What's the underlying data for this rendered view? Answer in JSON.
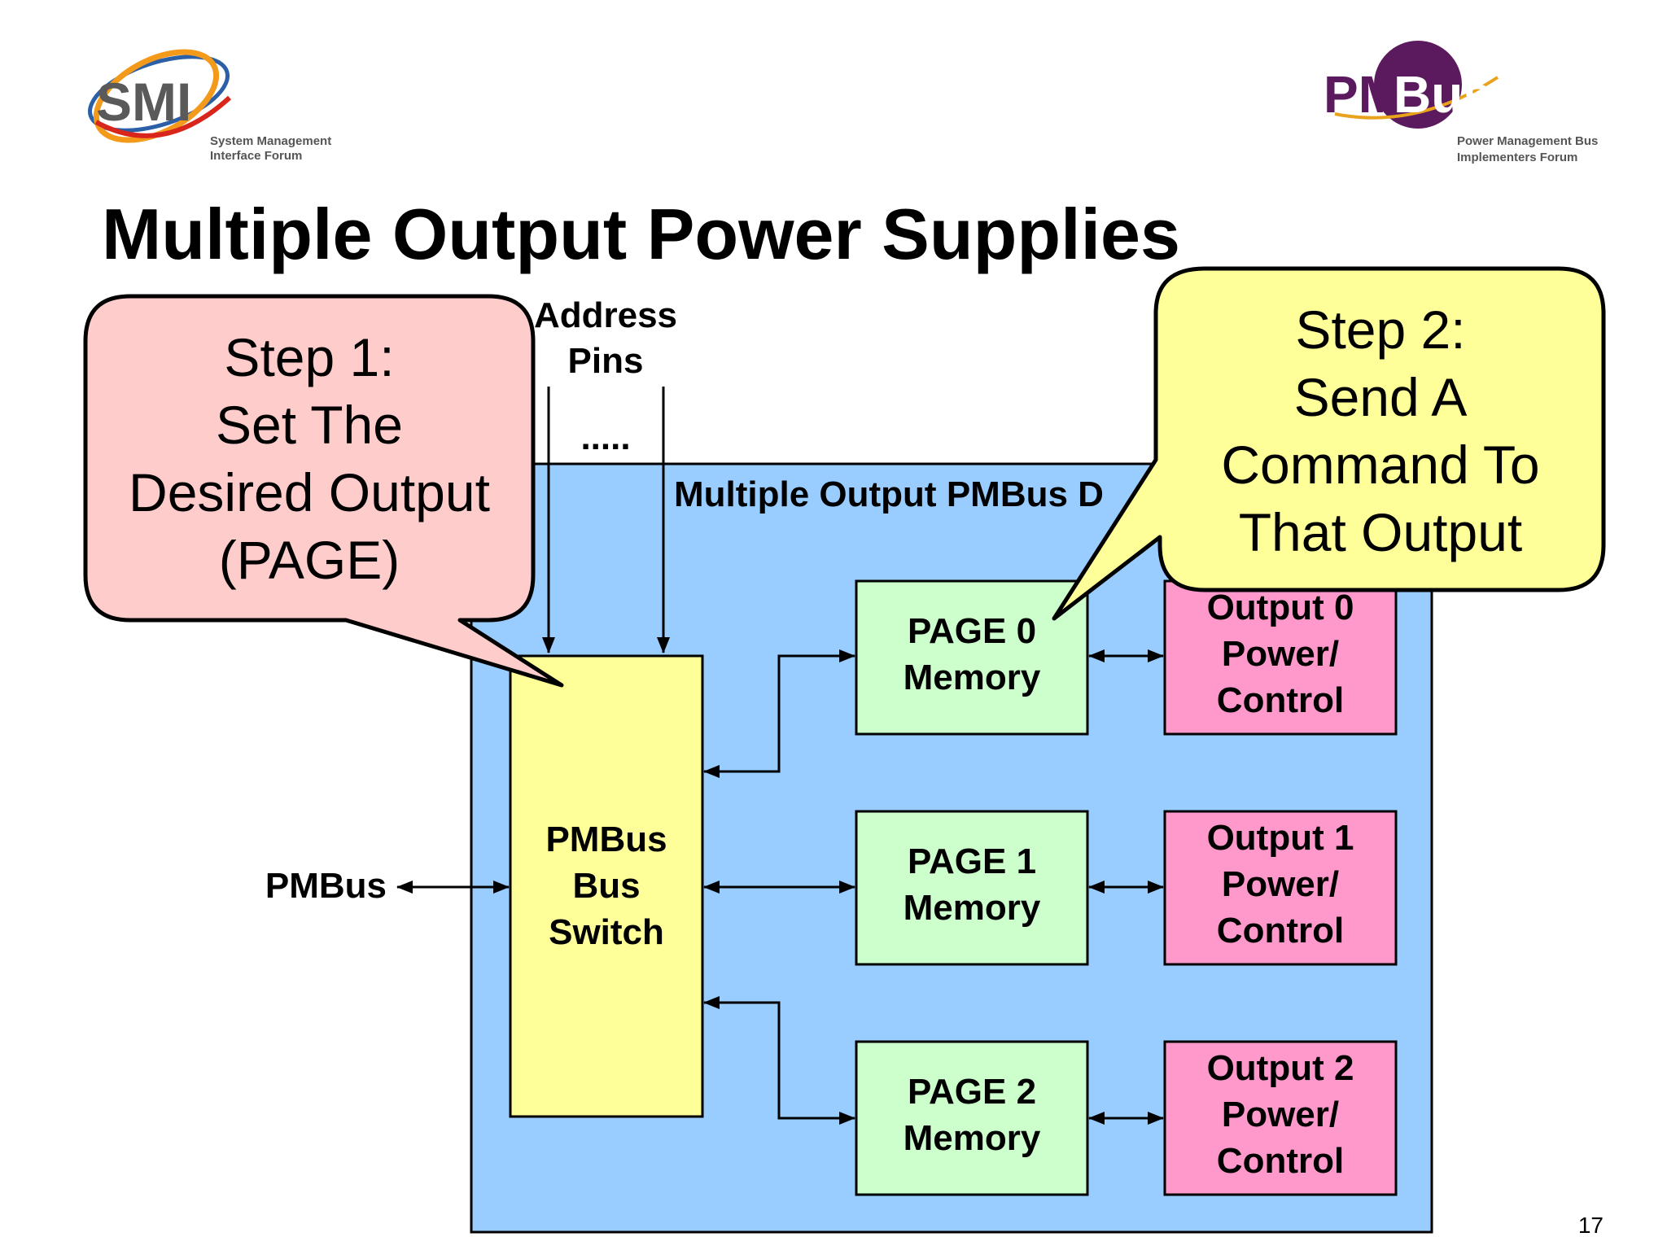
{
  "logos": {
    "left": {
      "name": "SMI",
      "line1": "System Management",
      "line2": "Interface Forum",
      "colors": {
        "text": "#5a5a5a",
        "ring_orange": "#f39a1b",
        "ring_red": "#d9261c",
        "ring_blue": "#2b5fa6"
      }
    },
    "right": {
      "name_part1": "PM",
      "name_part2": "Bus",
      "line1": "Power Management Bus",
      "line2": "Implementers Forum",
      "colors": {
        "purple": "#5c1a5e",
        "swoosh": "#e8a21c"
      }
    }
  },
  "title": "Multiple Output Power Supplies",
  "address_pins": {
    "line1": "Address",
    "line2": "Pins",
    "dots": "....."
  },
  "device": {
    "label": "Multiple Output PMBus D",
    "color": "#99ccff"
  },
  "bus_switch": {
    "line1": "PMBus",
    "line2": "Bus",
    "line3": "Switch",
    "color": "#ffff99"
  },
  "pmbus_label": "PMBus",
  "pages": [
    {
      "line1": "PAGE 0",
      "line2": "Memory"
    },
    {
      "line1": "PAGE 1",
      "line2": "Memory"
    },
    {
      "line1": "PAGE 2",
      "line2": "Memory"
    }
  ],
  "page_color": "#ccffcc",
  "outputs": [
    {
      "line1": "Output 0",
      "line2": "Power/",
      "line3": "Control"
    },
    {
      "line1": "Output 1",
      "line2": "Power/",
      "line3": "Control"
    },
    {
      "line1": "Output 2",
      "line2": "Power/",
      "line3": "Control"
    }
  ],
  "output_color": "#ff99cc",
  "step1": {
    "line1": "Step 1:",
    "line2": "Set The",
    "line3": "Desired Output",
    "line4": "(PAGE)",
    "color": "#ffcccc"
  },
  "step2": {
    "line1": "Step 2:",
    "line2": "Send A",
    "line3": "Command To",
    "line4": "That Output",
    "color": "#ffff99"
  },
  "slide_number": "17"
}
